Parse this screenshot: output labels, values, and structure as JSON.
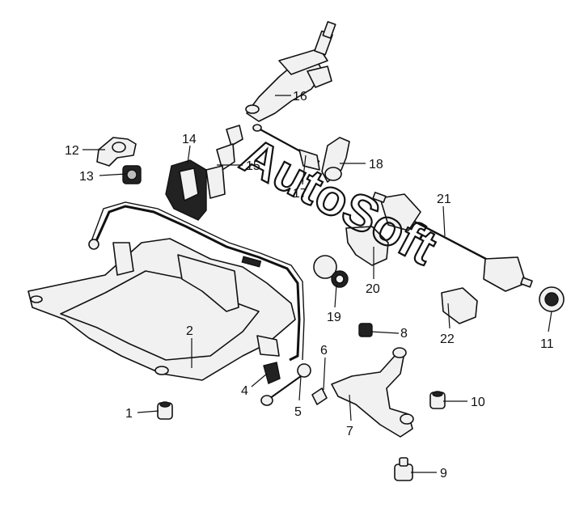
{
  "watermark": "AutoSoft",
  "callouts": [
    {
      "id": 1,
      "label": "1"
    },
    {
      "id": 2,
      "label": "2"
    },
    {
      "id": 4,
      "label": "4"
    },
    {
      "id": 5,
      "label": "5"
    },
    {
      "id": 6,
      "label": "6"
    },
    {
      "id": 7,
      "label": "7"
    },
    {
      "id": 8,
      "label": "8"
    },
    {
      "id": 9,
      "label": "9"
    },
    {
      "id": 10,
      "label": "10"
    },
    {
      "id": 11,
      "label": "11"
    },
    {
      "id": 12,
      "label": "12"
    },
    {
      "id": 13,
      "label": "13"
    },
    {
      "id": 14,
      "label": "14"
    },
    {
      "id": 15,
      "label": "15"
    },
    {
      "id": 16,
      "label": "16"
    },
    {
      "id": 17,
      "label": "17"
    },
    {
      "id": 18,
      "label": "18"
    },
    {
      "id": 19,
      "label": "19"
    },
    {
      "id": 20,
      "label": "20"
    },
    {
      "id": 21,
      "label": "21"
    },
    {
      "id": 22,
      "label": "22"
    }
  ]
}
